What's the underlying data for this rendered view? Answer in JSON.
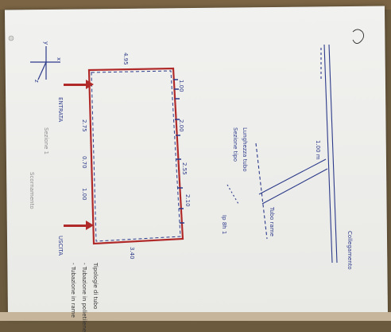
{
  "photo": {
    "subject": "hand-drawn sketch on paper",
    "colors": {
      "ink_blue": "#2c3a8a",
      "ink_red": "#b02a2a",
      "paper": "#efefec"
    }
  },
  "labels": {
    "top_label": "4.95",
    "right_vertical_label": "Scornamento",
    "entrance_label": "ENTRATA",
    "exit_label": "USCITA",
    "left_note": "Sezione 1",
    "side_labels": [
      "1.00",
      "2.00",
      "2.55",
      "2.10",
      "2.75",
      "0.70",
      "1.00",
      "3.40"
    ],
    "center_label": "Ip 8h 1",
    "middle_label_1": "Sezione tipo",
    "middle_label_2": "Lunghezza tubo",
    "bottom_note_1": "Tipologie di tubo",
    "bottom_note_2": "- Tubazione in polietilene",
    "bottom_note_3": "- Tubazione in rame",
    "detail_label_1": "1.00 m",
    "detail_label_2": "Tubo rame",
    "detail_label_3": "Collegamento",
    "axis_x": "x",
    "axis_y": "y",
    "axis_z": "z"
  }
}
